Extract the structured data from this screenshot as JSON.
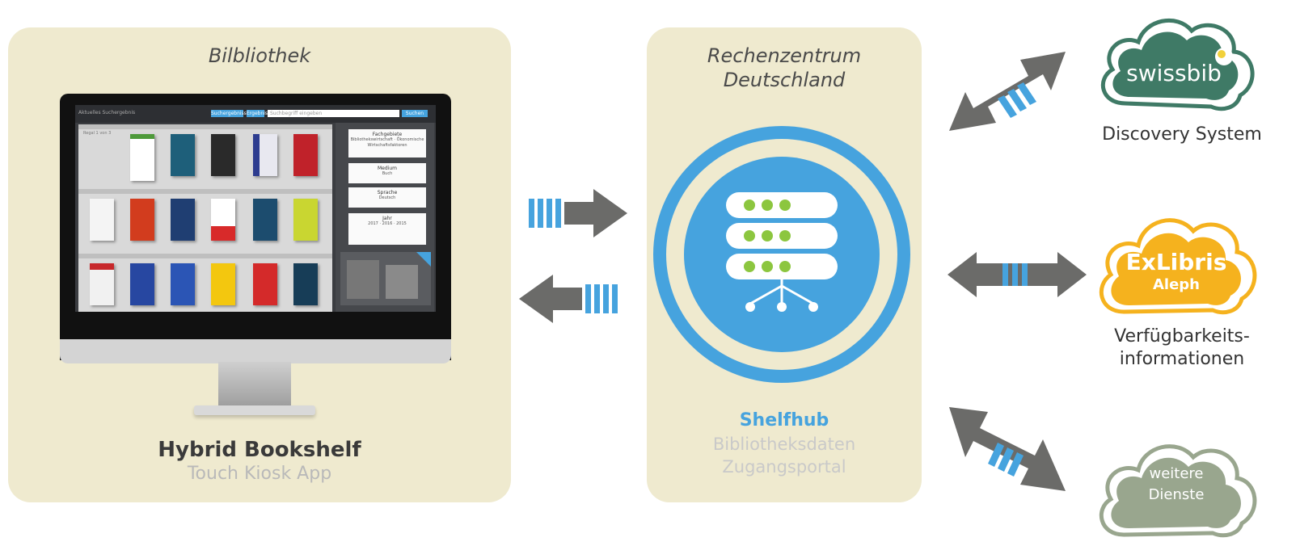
{
  "left_panel": {
    "title": "Bilbliothek",
    "app_name": "Hybrid Bookshelf",
    "app_subtitle": "Touch Kiosk App",
    "screen": {
      "header_text": "Aktuelles Suchergebnis",
      "tab_results": "Suchergebnisse",
      "tab_list": "Ergebnis",
      "search_placeholder": "Suchbegriff eingeben",
      "search_button": "Suchen",
      "page_label": "Regal 1 von 3",
      "filters": [
        {
          "heading": "Fachgebiete",
          "lines": "Bibliothekswirtschaft · Ökonomische Wirtschaftsfaktoren"
        },
        {
          "heading": "Medium",
          "lines": "Buch"
        },
        {
          "heading": "Sprache",
          "lines": "Deutsch"
        },
        {
          "heading": "Jahr",
          "lines": "2017 · 2016 · 2015"
        }
      ]
    }
  },
  "center_panel": {
    "title_line1": "Rechenzentrum",
    "title_line2": "Deutschland",
    "service_name": "Shelfhub",
    "service_line1": "Bibliotheksdaten",
    "service_line2": "Zugangsportal"
  },
  "services": [
    {
      "logo_text": "swissbib",
      "caption": "Discovery System"
    },
    {
      "logo_text": "ExLibris",
      "logo_sub": "Aleph",
      "caption_line1": "Verfügbarkeits-",
      "caption_line2": "informationen"
    },
    {
      "logo_line1": "weitere",
      "logo_line2": "Dienste"
    }
  ],
  "colors": {
    "panel": "#efeacf",
    "accent_blue": "#46a3de",
    "arrow_gray": "#6b6b69",
    "swissbib_green": "#3f7a66",
    "exlibris_yellow": "#f5b21e",
    "other_gray": "#99a68e",
    "server_dots": "#8cc63f"
  }
}
